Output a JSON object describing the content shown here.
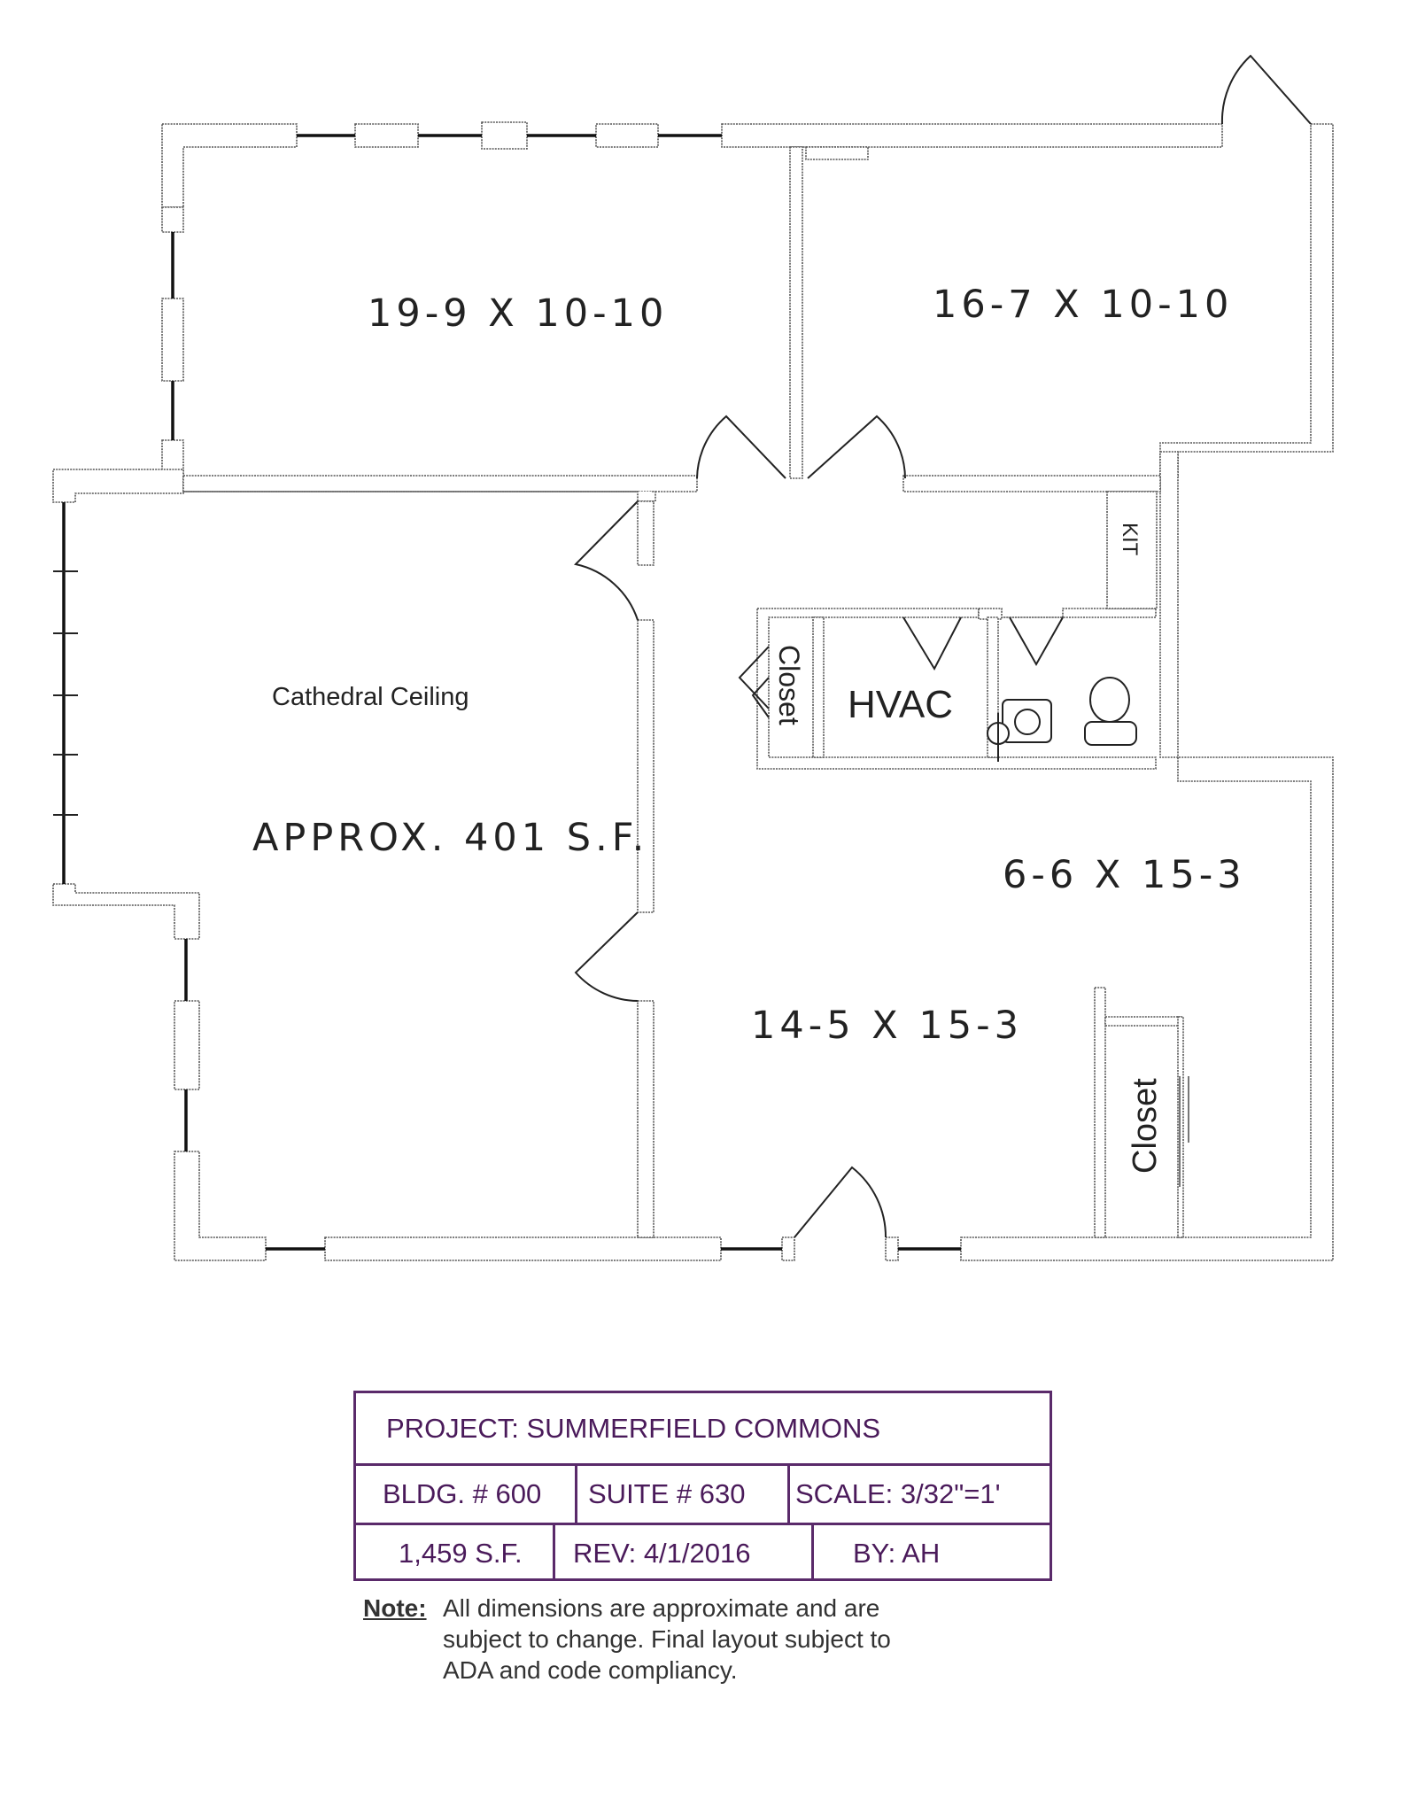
{
  "rooms": {
    "office_1": "19-9 X 10-10",
    "office_2": "16-7 X 10-10",
    "main_room_note": "Cathedral Ceiling",
    "main_room_area": "APPROX. 401 S.F.",
    "kitchen": "KIT",
    "closet_small": "Closet",
    "hvac": "HVAC",
    "room_right": "6-6 X 15-3",
    "room_center": "14-5 X 15-3",
    "closet_right": "Closet"
  },
  "title_block": {
    "project": "PROJECT: SUMMERFIELD COMMONS",
    "bldg": "BLDG. # 600",
    "suite": "SUITE # 630",
    "scale": "SCALE: 3/32\"=1'",
    "area": "1,459 S.F.",
    "rev": "REV:  4/1/2016",
    "by": "BY: AH"
  },
  "note": {
    "label": "Note:",
    "text": "All dimensions are approximate and are subject to change. Final layout subject to ADA and code compliancy."
  }
}
